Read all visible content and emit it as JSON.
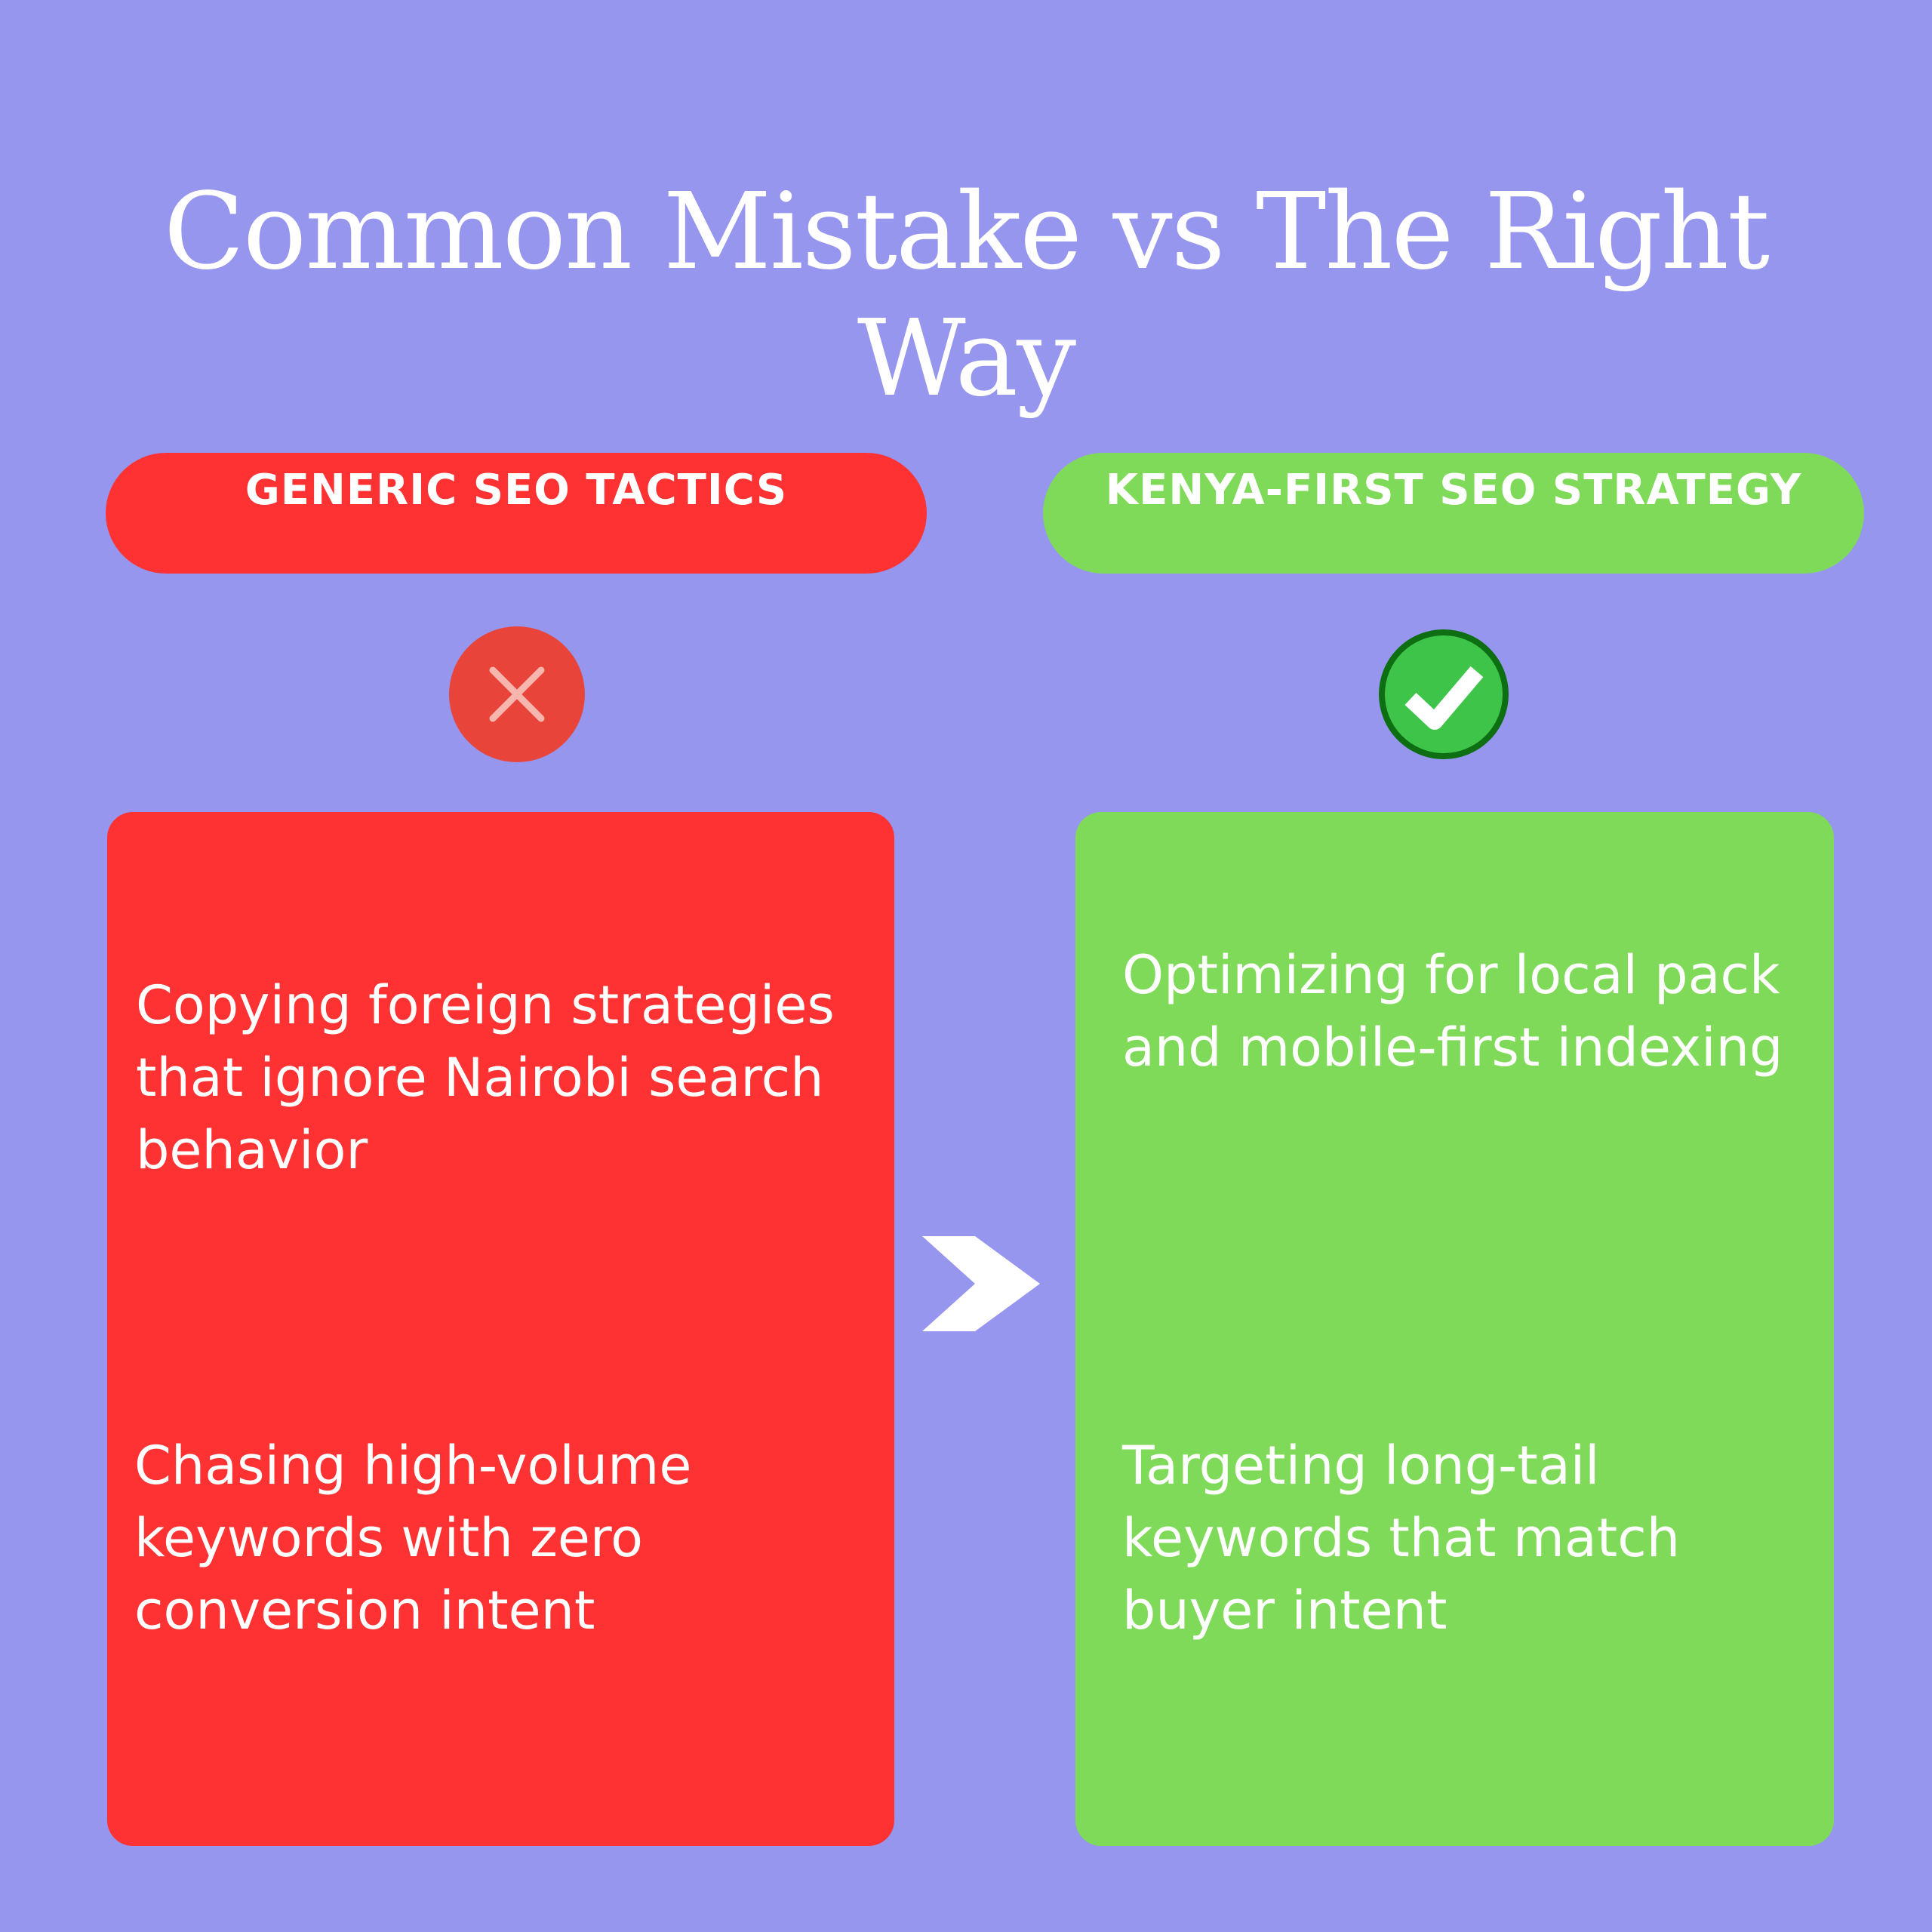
{
  "title": "Common Mistake vs The Right Way",
  "left": {
    "header": "GENERIC SEO TACTICS",
    "icon": "x-circle-icon",
    "color": "#fe3232",
    "points": [
      "Copying foreign strategies that ignore Nairobi search behavior",
      "Chasing high-volume keywords with zero conversion intent"
    ]
  },
  "right": {
    "header": "KENYA-FIRST SEO STRATEGY",
    "icon": "check-circle-icon",
    "color": "#80da59",
    "points": [
      "Optimizing for local pack and mobile-first indexing",
      "Targeting long-tail keywords that match buyer intent"
    ]
  },
  "arrow_icon": "chevron-right-icon",
  "background": "#9696ee"
}
